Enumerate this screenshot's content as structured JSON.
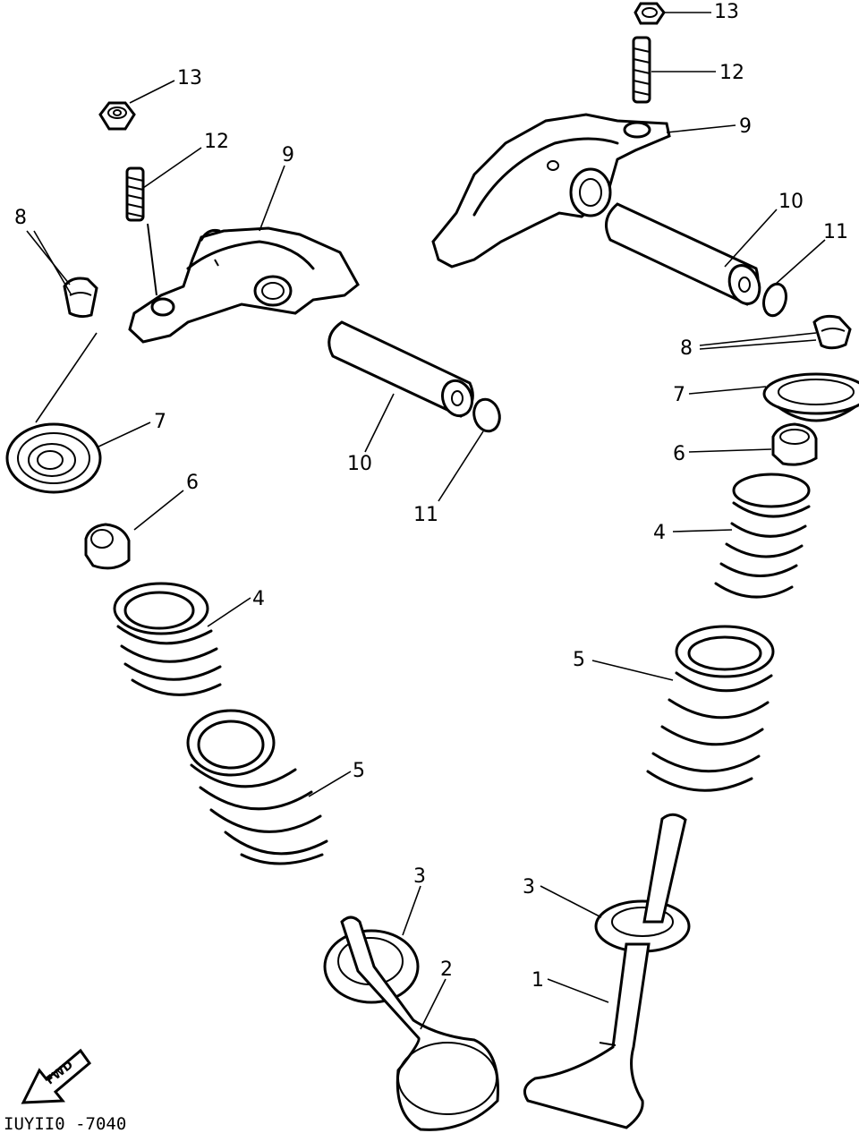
{
  "diagram": {
    "drawing_code": "IUYII0 -7040",
    "forward_arrow_label": "FWD",
    "callouts": {
      "c1": "1",
      "c2": "2",
      "c3_left": "3",
      "c3_right": "3",
      "c4_left": "4",
      "c4_right": "4",
      "c5_left": "5",
      "c5_right": "5",
      "c6_left": "6",
      "c6_right": "6",
      "c7_left": "7",
      "c7_right": "7",
      "c8_left": "8",
      "c8_right": "8",
      "c9_left": "9",
      "c9_right": "9",
      "c10_left": "10",
      "c10_right": "10",
      "c11_left": "11",
      "c11_right": "11",
      "c12_left": "12",
      "c12_right": "12",
      "c13_left": "13",
      "c13_right": "13"
    }
  }
}
